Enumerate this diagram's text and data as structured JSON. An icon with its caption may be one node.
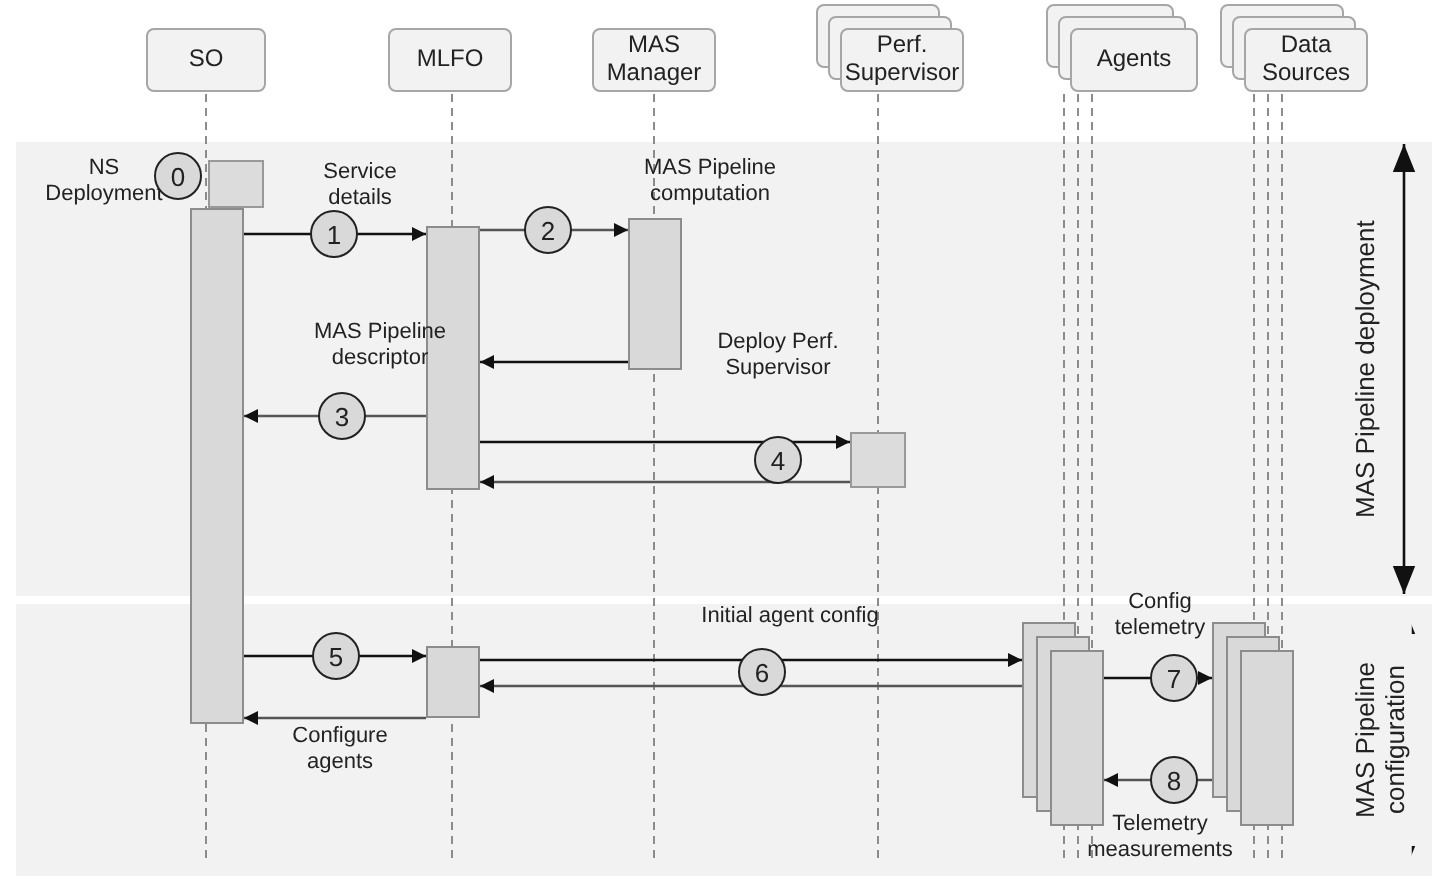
{
  "diagram": {
    "nodes": [
      {
        "text": [
          "SO"
        ]
      },
      {
        "text": [
          "MLFO"
        ]
      },
      {
        "text": [
          "MAS Manager"
        ]
      },
      {
        "text": [
          "Perf. Supervisor"
        ]
      },
      {
        "text": [
          "Agents"
        ]
      },
      {
        "text": [
          "Data Sources"
        ]
      },
      {
        "text": [],
        "shape": "bar"
      },
      {
        "text": [],
        "shape": "box"
      },
      {
        "text": [],
        "shape": "bar"
      },
      {
        "text": [],
        "shape": "bar"
      },
      {
        "text": [],
        "shape": "box"
      },
      {
        "text": [],
        "shape": "bar"
      },
      {
        "text": [],
        "shape": "bar"
      },
      {
        "text": [],
        "shape": "bar"
      }
    ],
    "edges": [
      {
        "from": 6,
        "to": 8,
        "arrow": "to",
        "label": "1"
      },
      {
        "from": 8,
        "to": 9,
        "arrow": "to",
        "label": "2"
      },
      {
        "from": 9,
        "to": 8,
        "arrow": "to"
      },
      {
        "from": 8,
        "to": 6,
        "arrow": "to",
        "label": "3"
      },
      {
        "from": 8,
        "to": 10,
        "arrow": "to",
        "label": "4"
      },
      {
        "from": 10,
        "to": 8,
        "arrow": "to"
      },
      {
        "from": 6,
        "to": 11,
        "arrow": "to",
        "label": "5"
      },
      {
        "from": 11,
        "to": 6,
        "arrow": "to"
      },
      {
        "from": 11,
        "to": 12,
        "arrow": "to",
        "label": "6"
      },
      {
        "from": 12,
        "to": 11,
        "arrow": "to"
      },
      {
        "from": 12,
        "to": 13,
        "arrow": "to",
        "label": "7"
      },
      {
        "from": 13,
        "to": 12,
        "arrow": "to",
        "label": "8"
      }
    ],
    "labels": [
      "NS Deployment",
      "0",
      "Service details",
      "MAS Pipeline computation",
      "MAS Pipeline descriptor",
      "Deploy Perf. Supervisor",
      "Initial agent config",
      "Config telemetry",
      "Configure agents",
      "Telemetry measurements",
      "MAS Pipeline deployment",
      "MAS Pipeline configuration"
    ]
  }
}
